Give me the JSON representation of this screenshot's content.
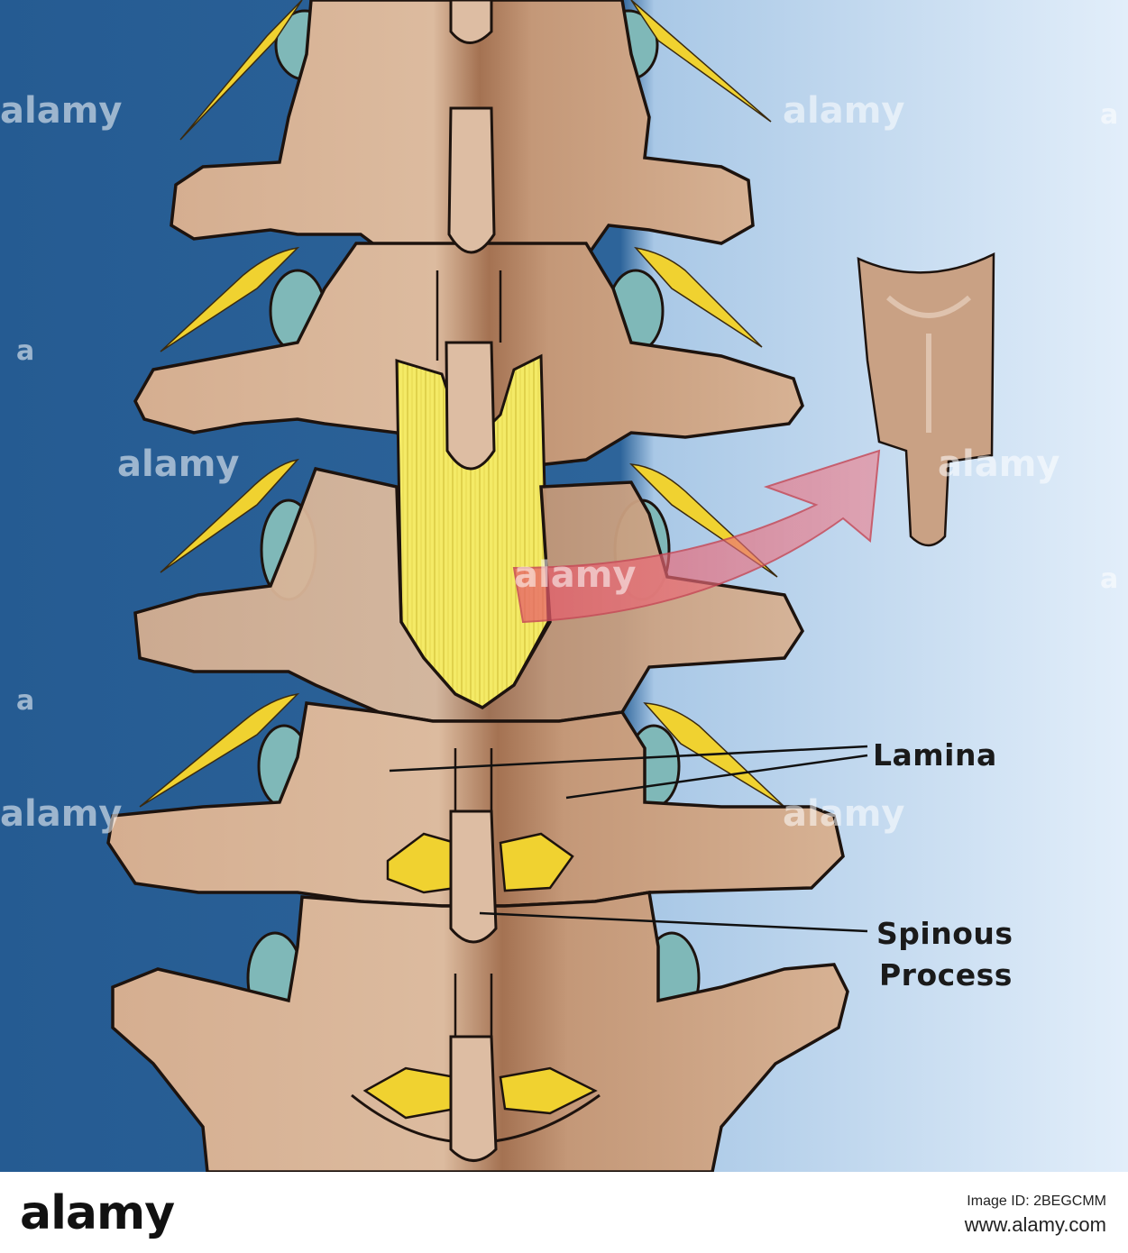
{
  "labels": {
    "lamina": "Lamina",
    "spinous": "Spinous",
    "process": "Process"
  },
  "watermark": {
    "text": "alamy",
    "side_glyph": "a"
  },
  "footer": {
    "logo": "alamy",
    "caption": "Image ID: 2BEGCMM",
    "url": "www.alamy.com"
  },
  "colors": {
    "background_dark": "#255b92",
    "background_light": "#e2eefa",
    "bone": "#d9b497",
    "bone_shadow": "#9c6a46",
    "nerve": "#f0d230",
    "disc": "#7fb8b8",
    "ligament": "#f4ea66",
    "arrow": "#e86a78",
    "outline": "#1d130e"
  },
  "icons": {
    "arrow": "curved-arrow",
    "removed_part": "lamina-piece"
  }
}
